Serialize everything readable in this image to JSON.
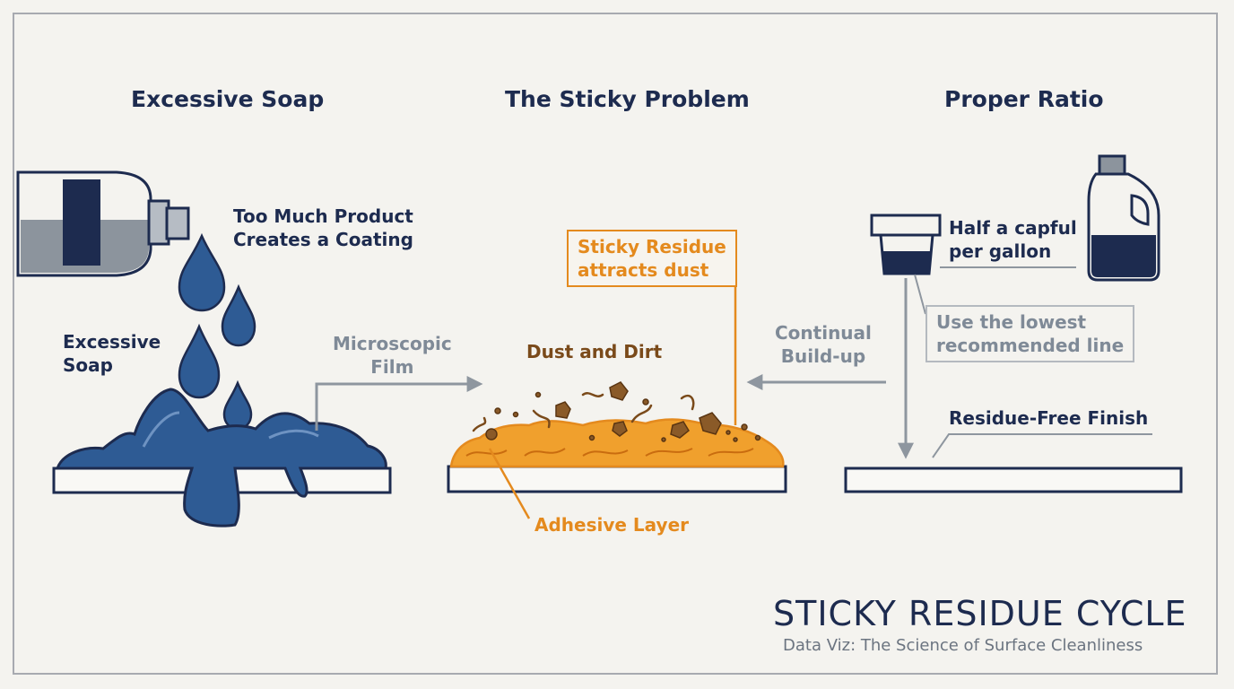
{
  "columns": {
    "left_title": "Excessive Soap",
    "middle_title": "The Sticky Problem",
    "right_title": "Proper Ratio"
  },
  "left": {
    "coating_line1": "Too Much Product",
    "coating_line2": "Creates a Coating",
    "soap_line1": "Excessive",
    "soap_line2": "Soap"
  },
  "middle": {
    "film_line1": "Microscopic",
    "film_line2": "Film",
    "residue_line1": "Sticky Residue",
    "residue_line2": "attracts dust",
    "dust_label": "Dust and Dirt",
    "adhesive_label": "Adhesive Layer",
    "buildup_line1": "Continual",
    "buildup_line2": "Build-up"
  },
  "right": {
    "capful_line1": "Half a capful",
    "capful_line2": "per gallon",
    "lowest_line1": "Use the lowest",
    "lowest_line2": "recommended line",
    "finish_label": "Residue-Free Finish"
  },
  "footer": {
    "title": "STICKY RESIDUE CYCLE",
    "subtitle": "Data Viz: The Science of Surface Cleanliness"
  },
  "colors": {
    "navy": "#1d2b4f",
    "soap_blue": "#2e5b94",
    "residue_orange": "#e48a1e",
    "dirt_brown": "#7a4a1a",
    "arrow_gray": "#8e969f"
  }
}
